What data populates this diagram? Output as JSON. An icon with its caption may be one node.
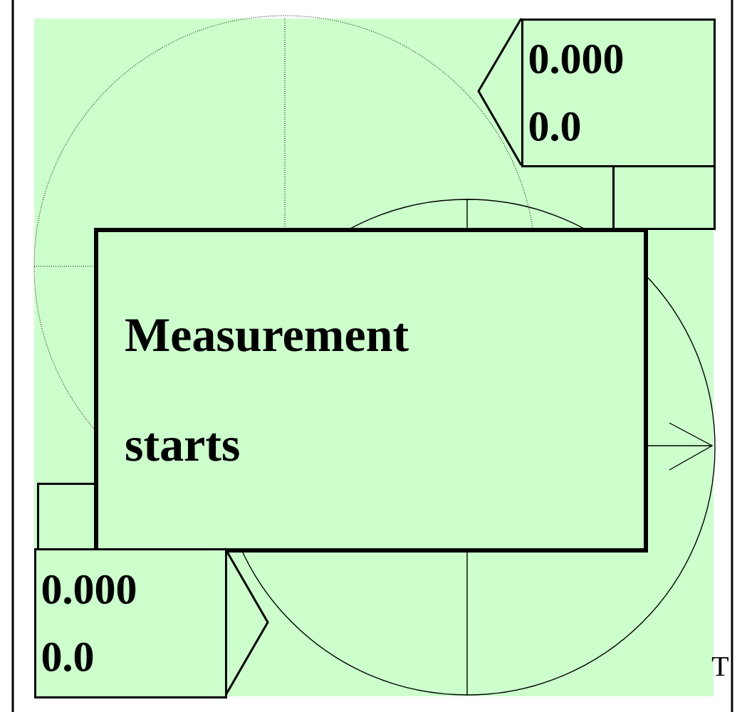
{
  "diagram": {
    "nodes": [
      {
        "text": [
          "0.000",
          "0.0"
        ]
      },
      {
        "text": [
          "Measurement starts"
        ]
      },
      {
        "text": [
          "0.000",
          "0.0"
        ]
      },
      {
        "text": [],
        "shape": "box"
      },
      {
        "text": [],
        "shape": "box"
      }
    ],
    "labels": [
      "T"
    ]
  }
}
